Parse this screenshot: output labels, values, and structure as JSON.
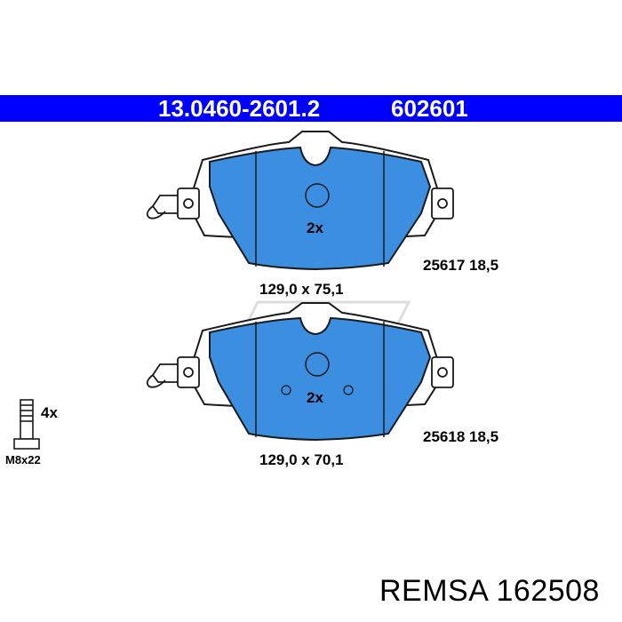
{
  "header": {
    "part_number": "13.0460-2601.2",
    "ref_number": "602601"
  },
  "pads": [
    {
      "quantity": "2x",
      "code": "25617 18,5",
      "dimensions": "129,0 x 75,1"
    },
    {
      "quantity": "2x",
      "code": "25618 18,5",
      "dimensions": "129,0 x 70,1"
    }
  ],
  "bolt": {
    "quantity": "4x",
    "size": "M8x22"
  },
  "footer": {
    "brand": "REMSA",
    "code": "162508"
  },
  "colors": {
    "header": "#0000ff",
    "pad_fill": "#3c8fe0",
    "outline": "#1a1a1a"
  }
}
